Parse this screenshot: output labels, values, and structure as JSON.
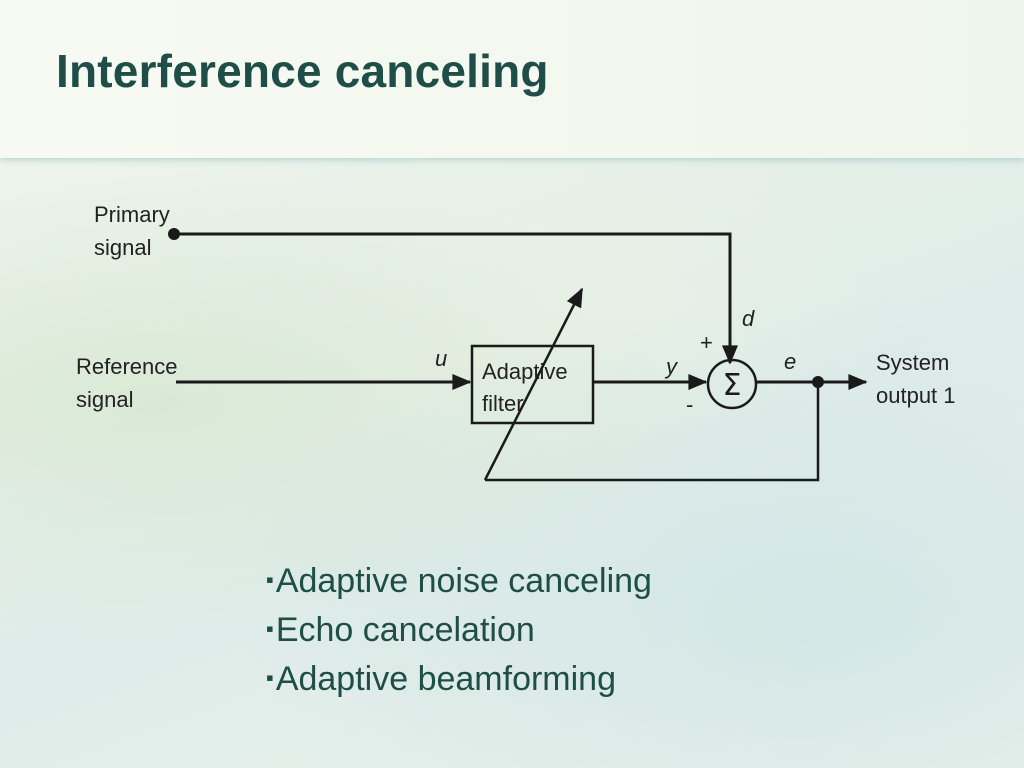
{
  "slide": {
    "title": "Interference canceling"
  },
  "diagram": {
    "primary_label": [
      "Primary",
      "signal"
    ],
    "reference_label": [
      "Reference",
      "signal"
    ],
    "filter_label": [
      "Adaptive",
      "filter"
    ],
    "output_label": [
      "System",
      "output 1"
    ],
    "var_u": "u",
    "var_y": "y",
    "var_d": "d",
    "var_e": "e",
    "plus_sign": "+",
    "minus_sign": "-",
    "sum_symbol": "Σ"
  },
  "bullets": {
    "marker": "▪",
    "items": [
      "Adaptive noise canceling",
      "Echo cancelation",
      "Adaptive beamforming"
    ]
  },
  "colors": {
    "title": "#1e4e47",
    "diagram_stroke": "#1a1a1a"
  }
}
